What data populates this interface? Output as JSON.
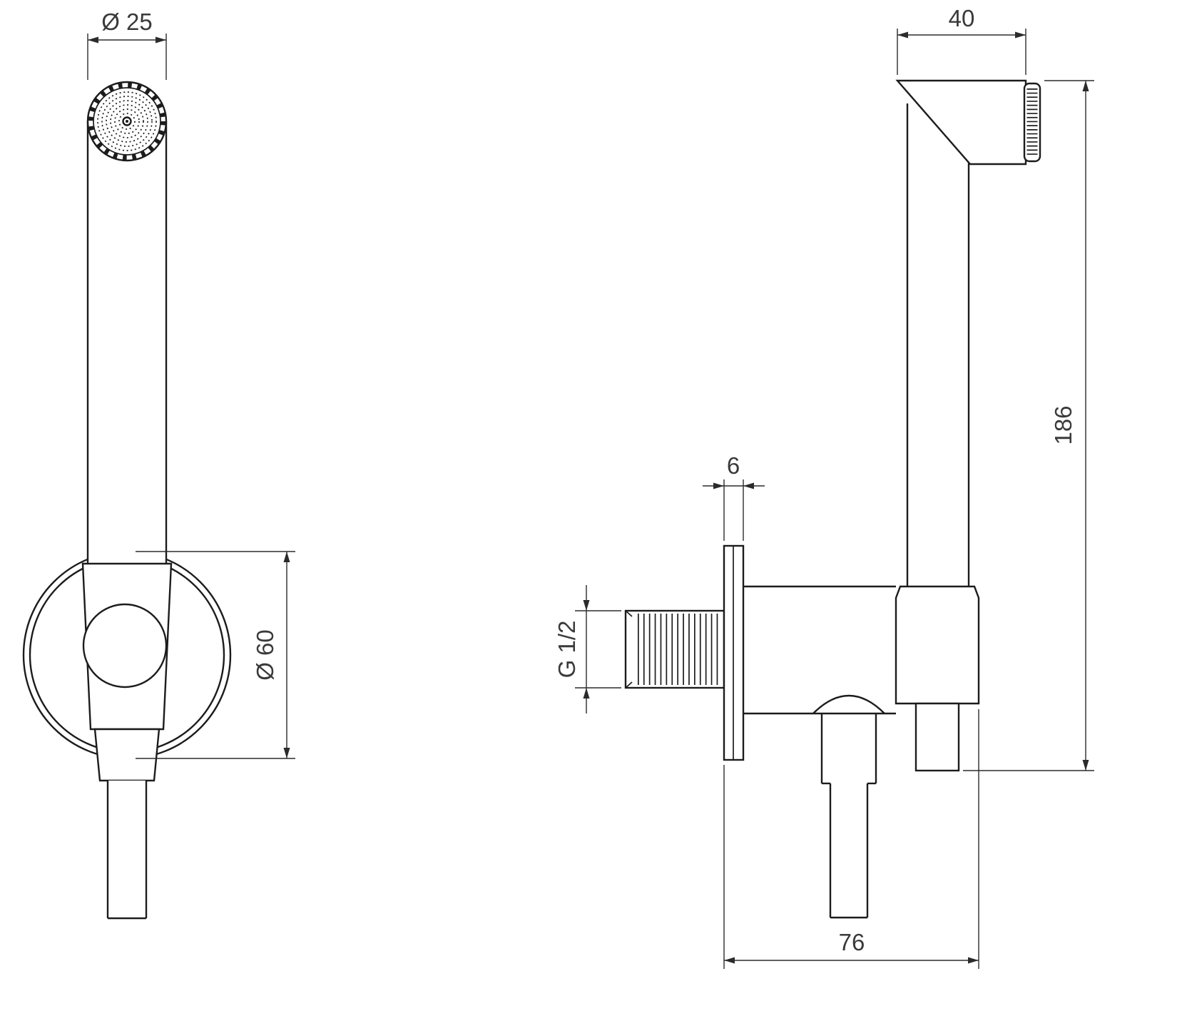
{
  "drawing": {
    "type": "technical-dimension-drawing",
    "views": {
      "front_view": "hand shower with round wall holder",
      "side_view": "shower head, wall supply elbow and holder"
    },
    "dims": {
      "wand_diameter": "Ø 25",
      "escutcheon_diameter": "Ø 60",
      "head_width": "40",
      "overall_height": "186",
      "plate_thickness": "6",
      "thread_size": "G 1/2",
      "depth": "76"
    }
  },
  "colors": {
    "line_color": "#1c1c1c",
    "dim_color": "#2b2b2b",
    "text_color": "#3a3a3a",
    "bg_color": "#ffffff"
  }
}
